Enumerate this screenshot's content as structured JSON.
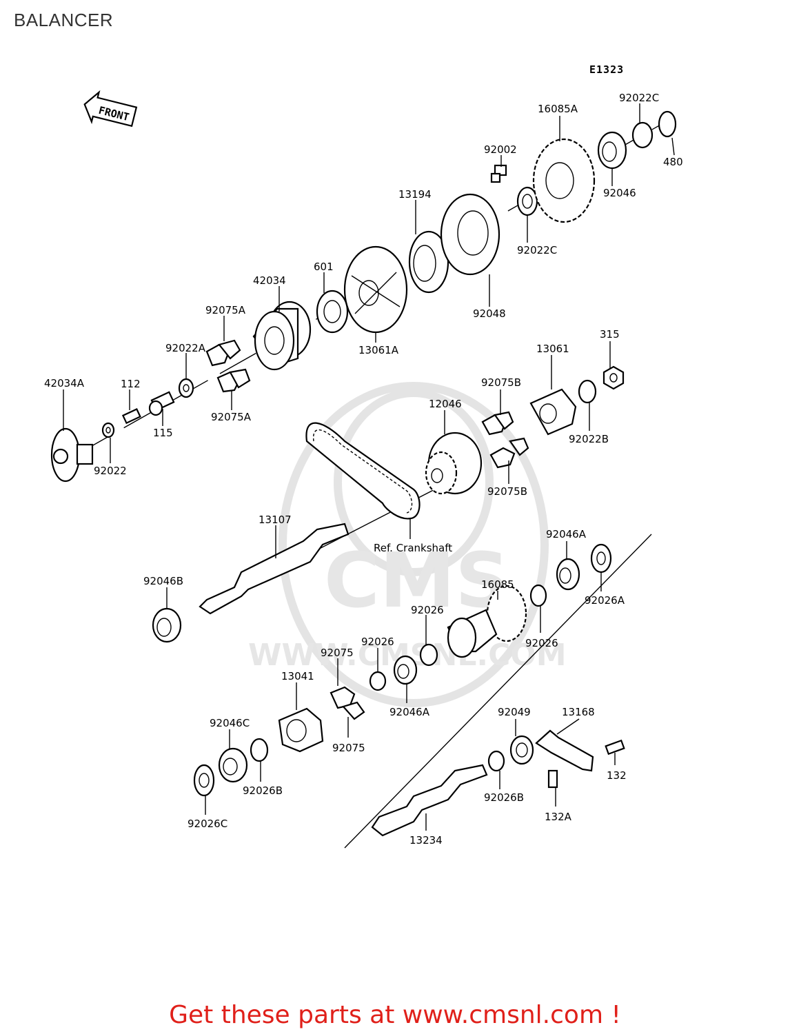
{
  "page": {
    "title": "BALANCER",
    "diagram_code": "E1323",
    "front_label": "FRONT",
    "reference_label": "Ref. Crankshaft",
    "watermark_logo": "CMS",
    "watermark_url": "WWW.CMSNL.COM",
    "call_to_action": "Get these parts at www.cmsnl.com !"
  },
  "labels": {
    "p16085A": "16085A",
    "p92022C_top": "92022C",
    "p480": "480",
    "p92002": "92002",
    "p92046_top": "92046",
    "p13194": "13194",
    "p92022C_mid": "92022C",
    "p92048": "92048",
    "p601": "601",
    "p42034": "42034",
    "p13061A": "13061A",
    "p92075A_top": "92075A",
    "p92022A": "92022A",
    "p92075A_bot": "92075A",
    "p42034A": "42034A",
    "p112": "112",
    "p115": "115",
    "p92022": "92022",
    "p315": "315",
    "p13061": "13061",
    "p92075B_top": "92075B",
    "p12046": "12046",
    "p92022B": "92022B",
    "p92075B_bot": "92075B",
    "p13107": "13107",
    "p92046B": "92046B",
    "p92046A_right": "92046A",
    "p16085": "16085",
    "p92026A": "92026A",
    "p92026_mid": "92026",
    "p92026_right": "92026",
    "p92026_left": "92026",
    "p92075_top": "92075",
    "p13041": "13041",
    "p92046A_mid": "92046A",
    "p92075_bot": "92075",
    "p92046C": "92046C",
    "p92026B_left": "92026B",
    "p92026C": "92026C",
    "p92049": "92049",
    "p13168": "13168",
    "p132": "132",
    "p92026B_right": "92026B",
    "p132A": "132A",
    "p13234": "13234"
  }
}
